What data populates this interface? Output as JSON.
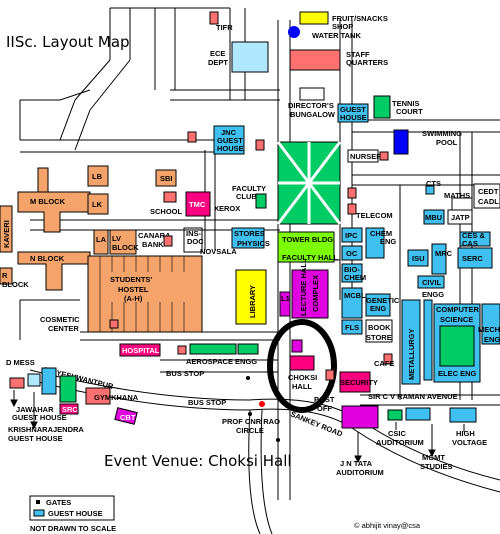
{
  "title": "IISc. Layout Map",
  "venue": "Event Venue: Choksi Hall",
  "credit": "© abhijit vinay@csa",
  "scale_note": "NOT DRAWN TO SCALE",
  "legend": {
    "gates": "GATES",
    "guest_house": "GUEST HOUSE"
  },
  "colors": {
    "orange": "#f4a46a",
    "pink": "#ff0080",
    "magenta": "#e000e0",
    "green": "#00cc66",
    "lightgreen": "#7cff00",
    "cyan": "#40c0f0",
    "lightcyan": "#b0e8ff",
    "blue": "#0000ff",
    "yellow": "#ffff00",
    "salmon": "#ff7070",
    "venue_ring": "#000000"
  },
  "labels": {
    "tifr": "TIFR",
    "fruit": "FRUIT/SNACKS",
    "shop": "SHOP",
    "water_tank": "WATER TANK",
    "ece": "ECE",
    "dept": "DEPT",
    "staff": "STAFF",
    "quarters": "QUARTERS",
    "directors": "DIRECTOR'S",
    "bungalow": "BUNGALOW",
    "guest_house": "GUEST",
    "guest_house2": "HOUSE",
    "tennis": "TENNIS",
    "court": "COURT",
    "swimming": "SWIMMING",
    "pool": "POOL",
    "jnc": "JNC",
    "jnc_guest": "GUEST",
    "jnc_house": "HOUSE",
    "nursery": "NURSERY",
    "m_block": "M BLOCK",
    "lb": "LB",
    "lk": "LK",
    "sbi": "SBI",
    "school": "SCHOOL",
    "tmc": "TMC",
    "xerox": "XEROX",
    "faculty_club": "FACULTY",
    "faculty_club2": "CLUB",
    "cts": "CTS",
    "maths": "MATHS",
    "cedt": "CEDT",
    "cadl": "CADL",
    "telecom": "TELECOM",
    "mbu": "MBU",
    "jatp": "JATP",
    "kaveri": "KAVERI",
    "la": "LA",
    "lv": "LV",
    "block": "BLOCK",
    "canara": "CANARA",
    "bank": "BANK",
    "ins": "INS-",
    "doc": "DOC",
    "novsala": "NOVSALA",
    "stores": "STORES",
    "physics": "PHYSICS",
    "tower_bldg": "TOWER BLDG",
    "faculty_hall": "FACULTY HALL",
    "ipc": "IPC",
    "oc": "OC",
    "chem": "CHEM",
    "engg": "ENG",
    "ces": "CES &",
    "cas": "CAS",
    "isu": "ISU",
    "serc": "SERC",
    "bio": "BIO-",
    "chem2": "CHEM",
    "civil": "CIVIL",
    "engg2": "ENGG",
    "n_block": "N BLOCK",
    "r_block": "R",
    "r_block2": "BLOCK",
    "students": "STUDENTS'",
    "hostel": "HOSTEL",
    "ah": "(A-H)",
    "library": "LIBRARY",
    "lecture": "LECTURE HALL",
    "complex": "COMPLEX",
    "l1": "L1",
    "mcbl": "MCBL",
    "genetic": "GENETIC",
    "engg3": "ENG",
    "fls": "FLS",
    "book": "BOOK",
    "store": "STORE",
    "metallurgy": "METALLURGY",
    "mrc": "MRC",
    "computer": "COMPUTER",
    "science": "SCIENCE",
    "mech": "MECH",
    "eng_m": "ENG",
    "elec_eng": "ELEC ENG",
    "cosmetic": "COSMETIC",
    "center": "CENTER",
    "hospital": "HOSPITAL",
    "d_mess": "D MESS",
    "yeshwantpur": "TO YESHWANTPUR",
    "aerospace": "AEROSPACE ENGG",
    "bus_stop1": "BUS STOP",
    "choksi": "CHOKSI",
    "hall": "HALL",
    "cafe": "CAFE",
    "security": "SECURITY",
    "javahar": "JAWAHAR",
    "guest_house_j": "GUEST HOUSE",
    "src": "SRC",
    "gymkhana": "GYMKHANA",
    "krishnarajendra": "KRISHNARAJENDRA",
    "guest_house_k": "GUEST HOUSE",
    "cbt": "CBT",
    "bus_stop2": "BUS STOP",
    "prof_cnr": "PROF CNR RAO",
    "circle": "CIRCLE",
    "post": "POST",
    "off": "OFF",
    "cv_raman": "SIR C V RAMAN AVENUE",
    "sankey": "SANKEY ROAD",
    "csic": "CSIC",
    "auditorium": "AUDITORIUM",
    "high": "HIGH",
    "voltage": "VOLTAGE",
    "mgmt": "MGMT",
    "studies": "STUDIES",
    "jntata": "J N TATA",
    "auditorium2": "AUDITORIUM"
  }
}
